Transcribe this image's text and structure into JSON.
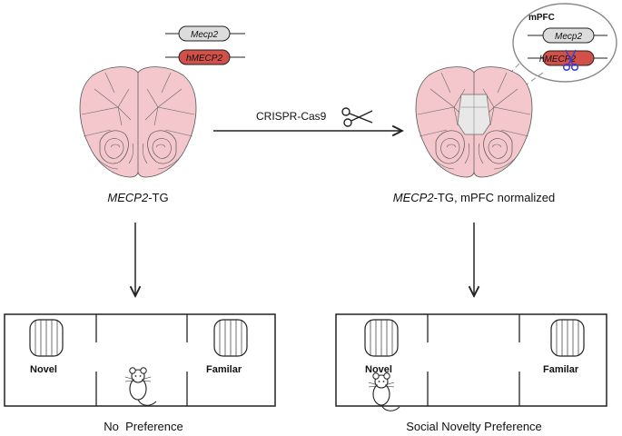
{
  "genes": {
    "mouse": "Mecp2",
    "human": "hMECP2"
  },
  "inset": {
    "label": "mPFC",
    "mouse": "Mecp2",
    "human": "hMECP2"
  },
  "arrow_label": "CRISPR-Cas9",
  "left": {
    "caption_gene": "MECP2",
    "caption_rest": "-TG",
    "novel_label": "Novel",
    "familiar_label": "Familar",
    "result": "No  Preference"
  },
  "right": {
    "caption_gene": "MECP2",
    "caption_rest": "-TG, mPFC normalized",
    "novel_label": "Novel",
    "familiar_label": "Familar",
    "result": "Social Novelty Preference"
  },
  "colors": {
    "brain": "#f4c7cc",
    "hmecp2": "#d2504a",
    "mecp2": "#dcdcdc",
    "mpfc_cleared": "#e8e8e8",
    "novel_mouse": "#8a8a8a",
    "familiar_mouse": "#c89a5a",
    "scissor_mark": "#3d3dd6"
  }
}
